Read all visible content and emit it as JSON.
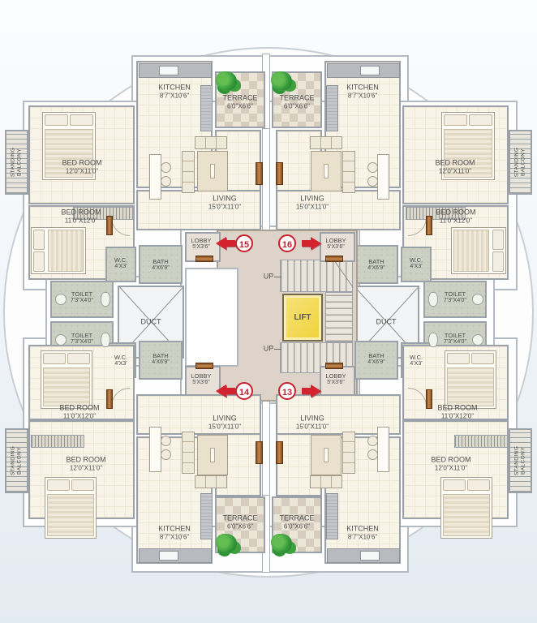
{
  "plan": {
    "rooms": {
      "kitchen": {
        "label": "KITCHEN",
        "dims": "8'7\"X10'6\""
      },
      "terrace": {
        "label": "TERRACE",
        "dims": "6'0\"X6'6\""
      },
      "living": {
        "label": "LIVING",
        "dims": "15'0\"X11'0\""
      },
      "bedroom_12x11": {
        "label": "BED ROOM",
        "dims": "12'0\"X11'0\""
      },
      "bedroom_11x12": {
        "label": "BED ROOM",
        "dims": "11'0\"X12'0\""
      },
      "toilet": {
        "label": "TOILET",
        "dims": "7'3\"X4'0\""
      },
      "bath": {
        "label": "BATH",
        "dims": "4'X6'9\""
      },
      "wc": {
        "label": "W.C.",
        "dims": "4'X3'"
      },
      "lobby": {
        "label": "LOBBY",
        "dims": "5'X3'6\""
      },
      "duct": {
        "label": "DUCT"
      },
      "lift": {
        "label": "LIFT"
      },
      "standing_balcony": {
        "label": "STANDING BALCONY"
      },
      "up": {
        "label": "UP"
      }
    },
    "flats": {
      "top_left": "15",
      "top_right": "16",
      "bottom_left": "14",
      "bottom_right": "13"
    },
    "colors": {
      "accent_red": "#d2232e",
      "lift_yellow": "#f0d23a",
      "core_floor": "#ddd3c8",
      "room_floor": "#f8f4e7",
      "wet_floor": "#cdd1c4",
      "door_brown": "#a96f35"
    }
  }
}
